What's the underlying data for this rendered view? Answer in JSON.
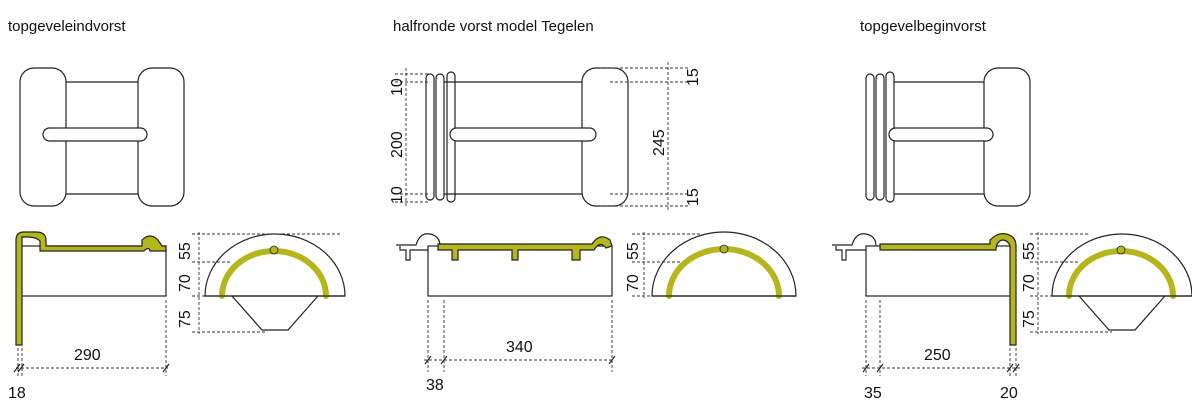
{
  "colors": {
    "glaze": "#b5b51c",
    "line": "#222222",
    "background": "#ffffff"
  },
  "drawings": [
    {
      "title": "topgeveleindvorst",
      "dims": {
        "width": "290",
        "end": "18",
        "h1": "55",
        "h2": "70",
        "h3": "75"
      }
    },
    {
      "title": "halfronde vorst model Tegelen",
      "dims": {
        "width": "340",
        "start": "38",
        "h1": "55",
        "h2": "70",
        "top_left_1": "10",
        "top_left_2": "200",
        "top_left_3": "10",
        "top_right_1": "15",
        "top_right_2": "245",
        "top_right_3": "15"
      }
    },
    {
      "title": "topgevelbeginvorst",
      "dims": {
        "width": "250",
        "start": "35",
        "end": "20",
        "h1": "55",
        "h2": "70",
        "h3": "75"
      }
    }
  ]
}
